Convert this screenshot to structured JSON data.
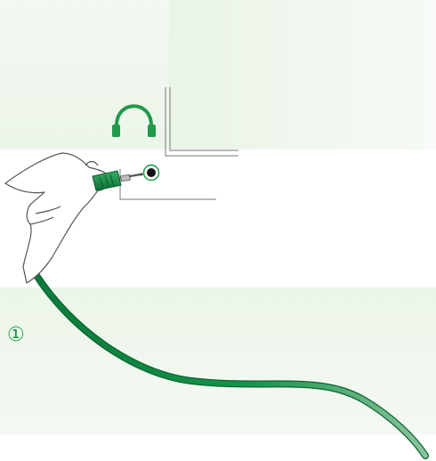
{
  "steps": {
    "step_1": {
      "number": "①"
    }
  },
  "icons": {
    "headphones": "headphones-icon",
    "jack": "headphone-jack-icon",
    "plug": "audio-plug-icon",
    "hand": "hand-illustration",
    "cable": "audio-cable"
  },
  "colors": {
    "accent": "#1f9a4a",
    "accent_dark": "#0f6b34",
    "background_tint": "#eef6ec",
    "line": "#6b6b6b"
  }
}
